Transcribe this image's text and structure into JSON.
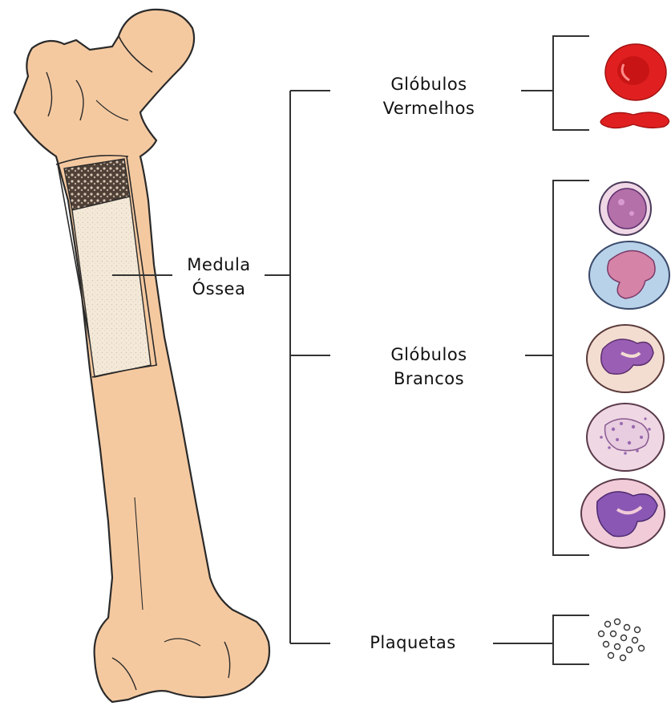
{
  "labels": {
    "medula": [
      "Medula",
      "Óssea"
    ],
    "globulos_vermelhos": [
      "Glóbulos",
      "Vermelhos"
    ],
    "globulos_brancos": [
      "Glóbulos",
      "Brancos"
    ],
    "plaquetas": "Plaquetas"
  },
  "colors": {
    "bone": "#f5c9a0",
    "bone_outline": "#2a2a2a",
    "marrow": "#f3e6cf",
    "spongy": "#6b5a4c",
    "red_cell": "#e02020",
    "wbc_membrane": "#f6e2d6",
    "wbc_nucleus": "#9a5fb5",
    "line": "#333333"
  }
}
